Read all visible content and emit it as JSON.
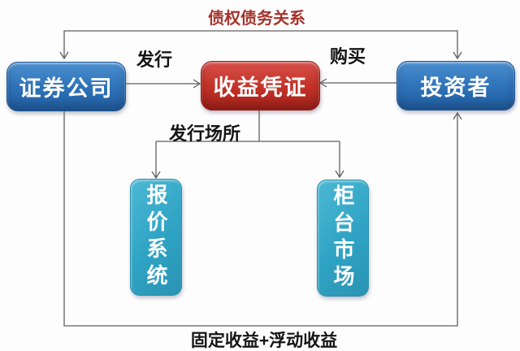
{
  "title": "债权债务关系",
  "colors": {
    "title": "#A5342C",
    "node_blue": "#2E73B8",
    "node_red": "#C23329",
    "node_teal": "#2FA3C4",
    "connector": "#606060",
    "edge_label": "#151515"
  },
  "diagram": {
    "nodes": [
      {
        "id": "securities-company",
        "label": "证券公司",
        "shape": "rounded-rect",
        "color": "#2E73B8"
      },
      {
        "id": "income-certificate",
        "label": "收益凭证",
        "shape": "rounded-rect",
        "color": "#C23329"
      },
      {
        "id": "investor",
        "label": "投资者",
        "shape": "rounded-rect",
        "color": "#2E73B8"
      },
      {
        "id": "quotation-system",
        "label": "报价系统",
        "shape": "rounded-rect-vertical",
        "color": "#2FA3C4"
      },
      {
        "id": "otc-market",
        "label": "柜台市场",
        "shape": "rounded-rect-vertical",
        "color": "#2FA3C4"
      }
    ],
    "labels": {
      "issue": "发行",
      "purchase": "购买",
      "issuance_venue": "发行场所",
      "bottom_return": "固定收益+浮动收益"
    },
    "edges": [
      {
        "from": "securities-company",
        "to": "investor",
        "label": "债权债务关系",
        "arrows": "both-ends-down"
      },
      {
        "from": "securities-company",
        "to": "income-certificate",
        "label": "发行",
        "arrows": "right"
      },
      {
        "from": "investor",
        "to": "income-certificate",
        "label": "购买",
        "arrows": "left"
      },
      {
        "from": "income-certificate",
        "to": "quotation-system",
        "label": "发行场所",
        "arrows": "down"
      },
      {
        "from": "income-certificate",
        "to": "otc-market",
        "label": "发行场所",
        "arrows": "down"
      },
      {
        "from": "securities-company",
        "to": "investor",
        "label": "固定收益+浮动收益",
        "arrows": "up-into-investor"
      }
    ]
  }
}
